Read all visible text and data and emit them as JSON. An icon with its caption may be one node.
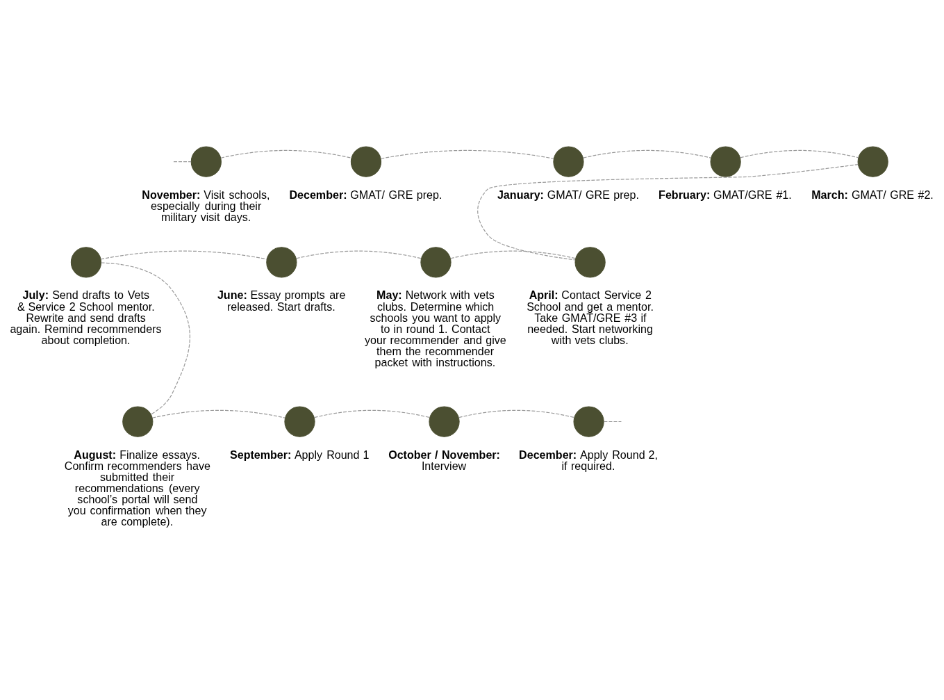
{
  "diagram": {
    "nodes": [
      {
        "text": [],
        "shape": "circle",
        "beside": [
          "**November:** Visit schools, especially during their military visit days."
        ]
      },
      {
        "text": [],
        "shape": "circle",
        "beside": [
          "**December:** GMAT/ GRE prep."
        ]
      },
      {
        "text": [],
        "shape": "circle",
        "beside": [
          "**January:** GMAT/ GRE prep."
        ]
      },
      {
        "text": [],
        "shape": "circle",
        "beside": [
          "**February:** GMAT/GRE #1."
        ]
      },
      {
        "text": [],
        "shape": "circle",
        "beside": [
          "**March:** GMAT/ GRE #2."
        ]
      },
      {
        "text": [],
        "shape": "circle",
        "beside": [
          "**July:** Send drafts to Vets & Service 2 School mentor. Rewrite and send drafts again. Remind recommenders about completion."
        ]
      },
      {
        "text": [],
        "shape": "circle",
        "beside": [
          "**June:** Essay prompts are released. Start drafts."
        ]
      },
      {
        "text": [],
        "shape": "circle",
        "beside": [
          "**May:** Network with vets clubs. Determine which schools you want to apply to in round 1. Contact your recommender and give them the recommender packet with instructions."
        ]
      },
      {
        "text": [],
        "shape": "circle",
        "beside": [
          "**April:** Contact Service 2 School and get a mentor. Take GMAT/GRE #3 if needed. Start networking with vets clubs."
        ]
      },
      {
        "text": [],
        "shape": "circle",
        "beside": [
          "**August:** Finalize essays. Confirm recommenders have submitted their recommendations (every school’s portal will send you confirmation when they are complete)."
        ]
      },
      {
        "text": [],
        "shape": "circle",
        "beside": [
          "**September:** Apply Round 1"
        ]
      },
      {
        "text": [],
        "shape": "circle",
        "beside": [
          "**October / November:** Interview"
        ]
      },
      {
        "text": [],
        "shape": "circle",
        "beside": [
          "**December:** Apply Round 2, if required."
        ]
      }
    ],
    "edges": [
      {
        "from": null,
        "to": 0,
        "arrow": "none",
        "style": "dashed"
      },
      {
        "from": 0,
        "to": 1,
        "arrow": "none",
        "style": "dashed"
      },
      {
        "from": 1,
        "to": 2,
        "arrow": "none",
        "style": "dashed"
      },
      {
        "from": 2,
        "to": 3,
        "arrow": "none",
        "style": "dashed"
      },
      {
        "from": 3,
        "to": 4,
        "arrow": "none",
        "style": "dashed"
      },
      {
        "from": 4,
        "to": 8,
        "arrow": "none",
        "style": "dashed"
      },
      {
        "from": 8,
        "to": 7,
        "arrow": "none",
        "style": "dashed"
      },
      {
        "from": 7,
        "to": 6,
        "arrow": "none",
        "style": "dashed"
      },
      {
        "from": 6,
        "to": 5,
        "arrow": "none",
        "style": "dashed"
      },
      {
        "from": 5,
        "to": 9,
        "arrow": "none",
        "style": "dashed"
      },
      {
        "from": 9,
        "to": 10,
        "arrow": "none",
        "style": "dashed"
      },
      {
        "from": 10,
        "to": 11,
        "arrow": "none",
        "style": "dashed"
      },
      {
        "from": 11,
        "to": 12,
        "arrow": "none",
        "style": "dashed"
      },
      {
        "from": 12,
        "to": null,
        "arrow": "none",
        "style": "dashed"
      }
    ]
  }
}
